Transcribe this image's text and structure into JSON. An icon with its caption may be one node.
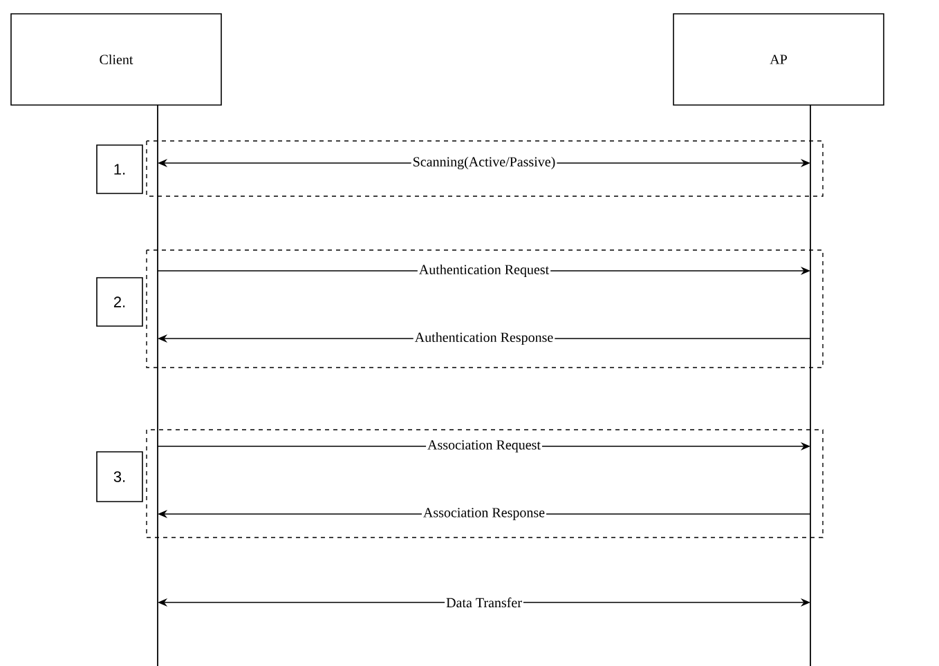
{
  "diagram": {
    "nodes": [
      {
        "text": [
          "Client"
        ]
      },
      {
        "text": [
          "AP"
        ]
      },
      {
        "text": [],
        "shape": "line"
      },
      {
        "text": [],
        "shape": "line"
      },
      {
        "text": [
          "1."
        ]
      },
      {
        "text": [
          "2."
        ]
      },
      {
        "text": [
          "3."
        ]
      }
    ],
    "edges": [
      {
        "from": 2,
        "to": 3,
        "arrow": "both",
        "label": "Scanning(Active/Passive)"
      },
      {
        "from": 2,
        "to": 3,
        "arrow": "to",
        "label": "Authentication Request"
      },
      {
        "from": 3,
        "to": 2,
        "arrow": "to",
        "label": "Authentication Response"
      },
      {
        "from": 2,
        "to": 3,
        "arrow": "to",
        "label": "Association Request"
      },
      {
        "from": 3,
        "to": 2,
        "arrow": "to",
        "label": "Association Response"
      },
      {
        "from": 2,
        "to": 3,
        "arrow": "both",
        "label": "Data Transfer"
      }
    ]
  }
}
